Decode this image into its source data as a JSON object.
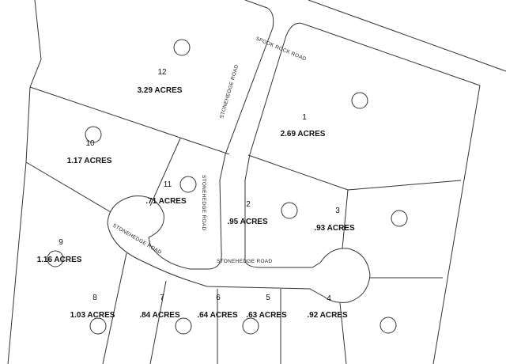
{
  "roads": {
    "spook_rock": "SPOOK ROCK ROAD",
    "stonehedge_north": "STONEHEDGE ROAD",
    "stonehedge_mid": "STONEHEDGE ROAD",
    "stonehedge_west": "STONEHEDGE ROAD",
    "stonehedge_south": "STONEHEDGE ROAD"
  },
  "lots": [
    {
      "number": "1",
      "acres": "2.69 ACRES"
    },
    {
      "number": "2",
      "acres": ".95 ACRES"
    },
    {
      "number": "3",
      "acres": ".93 ACRES"
    },
    {
      "number": "4",
      "acres": ".92 ACRES"
    },
    {
      "number": "5",
      "acres": ".63 ACRES"
    },
    {
      "number": "6",
      "acres": ".64 ACRES"
    },
    {
      "number": "7",
      "acres": ".84 ACRES"
    },
    {
      "number": "8",
      "acres": "1.03 ACRES"
    },
    {
      "number": "9",
      "acres": "1.16 ACRES"
    },
    {
      "number": "10",
      "acres": "1.17 ACRES"
    },
    {
      "number": "11",
      "acres": ".71 ACRES"
    },
    {
      "number": "12",
      "acres": "3.29 ACRES"
    }
  ]
}
